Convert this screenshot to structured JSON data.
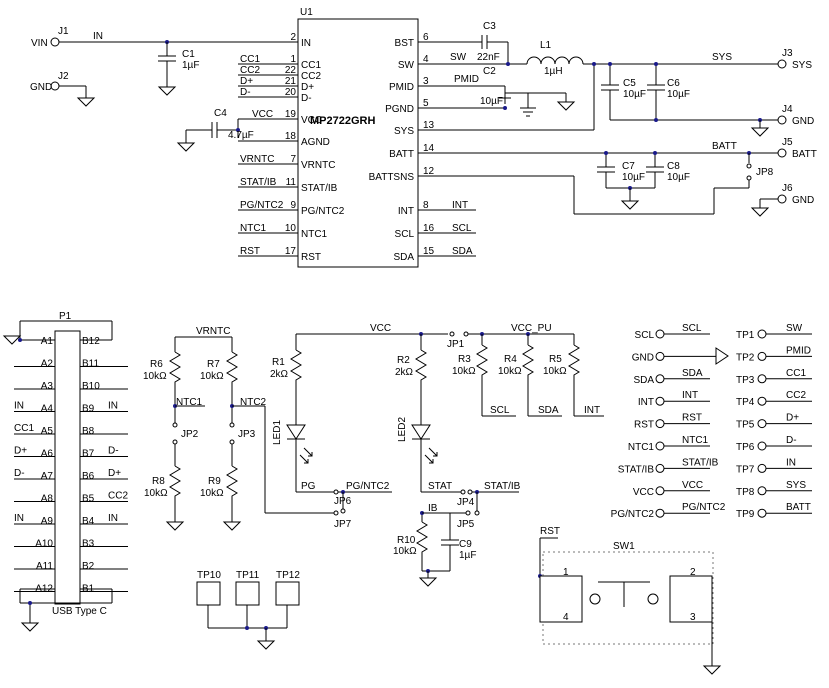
{
  "u1": {
    "ref": "U1",
    "part": "MP2722GRH",
    "left_pins": [
      {
        "num": "2",
        "name": "IN",
        "net": "IN"
      },
      {
        "num": "1",
        "name": "CC1",
        "net": "CC1"
      },
      {
        "num": "22",
        "name": "CC2",
        "net": "CC2"
      },
      {
        "num": "21",
        "name": "D+",
        "net": "D+"
      },
      {
        "num": "20",
        "name": "D-",
        "net": "D-"
      },
      {
        "num": "19",
        "name": "VCC",
        "net": "VCC"
      },
      {
        "num": "18",
        "name": "AGND",
        "net": ""
      },
      {
        "num": "7",
        "name": "VRNTC",
        "net": "VRNTC"
      },
      {
        "num": "11",
        "name": "STAT/IB",
        "net": "STAT/IB"
      },
      {
        "num": "9",
        "name": "PG/NTC2",
        "net": "PG/NTC2"
      },
      {
        "num": "10",
        "name": "NTC1",
        "net": "NTC1"
      },
      {
        "num": "17",
        "name": "RST",
        "net": "RST"
      }
    ],
    "right_pins": [
      {
        "num": "6",
        "name": "BST",
        "net": ""
      },
      {
        "num": "4",
        "name": "SW",
        "net": "SW"
      },
      {
        "num": "3",
        "name": "PMID",
        "net": "PMID"
      },
      {
        "num": "5",
        "name": "PGND",
        "net": ""
      },
      {
        "num": "13",
        "name": "SYS",
        "net": ""
      },
      {
        "num": "14",
        "name": "BATT",
        "net": ""
      },
      {
        "num": "12",
        "name": "BATTSNS",
        "net": ""
      },
      {
        "num": "8",
        "name": "INT",
        "net": "INT"
      },
      {
        "num": "16",
        "name": "SCL",
        "net": "SCL"
      },
      {
        "num": "15",
        "name": "SDA",
        "net": "SDA"
      }
    ]
  },
  "top": {
    "vin_conn": "J1",
    "vin_label": "VIN",
    "in_net": "IN",
    "gnd_conn": "J2",
    "gnd_label": "GND",
    "c1_ref": "C1",
    "c1_val": "1µF",
    "c4_ref": "C4",
    "c4_val": "4.7µF",
    "c3_ref": "C3",
    "c3_val": "22nF",
    "c2_ref": "C2",
    "c2_val": "10µF",
    "l1_ref": "L1",
    "l1_val": "1µH",
    "sys_net": "SYS",
    "j3_ref": "J3",
    "j3_label": "SYS",
    "c5_ref": "C5",
    "c5_val": "10µF",
    "c6_ref": "C6",
    "c6_val": "10µF",
    "j4_ref": "J4",
    "j4_label": "GND",
    "batt_net": "BATT",
    "j5_ref": "J5",
    "j5_label": "BATT",
    "c7_ref": "C7",
    "c7_val": "10µF",
    "c8_ref": "C8",
    "c8_val": "10µF",
    "jp8_ref": "JP8",
    "j6_ref": "J6",
    "j6_label": "GND"
  },
  "usb": {
    "ref": "P1",
    "name": "USB Type C",
    "rows": [
      {
        "l": "A1",
        "r": "B12",
        "ln": "",
        "rn": ""
      },
      {
        "l": "A2",
        "r": "B11",
        "ln": "",
        "rn": ""
      },
      {
        "l": "A3",
        "r": "B10",
        "ln": "",
        "rn": ""
      },
      {
        "l": "A4",
        "r": "B9",
        "ln": "IN",
        "rn": "IN"
      },
      {
        "l": "A5",
        "r": "B8",
        "ln": "CC1",
        "rn": ""
      },
      {
        "l": "A6",
        "r": "B7",
        "ln": "D+",
        "rn": "D-"
      },
      {
        "l": "A7",
        "r": "B6",
        "ln": "D-",
        "rn": "D+"
      },
      {
        "l": "A8",
        "r": "B5",
        "ln": "",
        "rn": "CC2"
      },
      {
        "l": "A9",
        "r": "B4",
        "ln": "IN",
        "rn": "IN"
      },
      {
        "l": "A10",
        "r": "B3",
        "ln": "",
        "rn": ""
      },
      {
        "l": "A11",
        "r": "B2",
        "ln": "",
        "rn": ""
      },
      {
        "l": "A12",
        "r": "B1",
        "ln": "",
        "rn": ""
      }
    ]
  },
  "ntc": {
    "vrntc": "VRNTC",
    "r6": "R6",
    "r6_val": "10kΩ",
    "r7": "R7",
    "r7_val": "10kΩ",
    "ntc1": "NTC1",
    "ntc2": "NTC2",
    "jp2": "JP2",
    "jp3": "JP3",
    "r8": "R8",
    "r8_val": "10kΩ",
    "r9": "R9",
    "r9_val": "10kΩ"
  },
  "leds": {
    "vcc": "VCC",
    "r1": "R1",
    "r1_val": "2kΩ",
    "led1": "LED1",
    "pg": "PG",
    "pgntc2": "PG/NTC2",
    "jp6": "JP6",
    "jp7": "JP7",
    "r2": "R2",
    "r2_val": "2kΩ",
    "led2": "LED2",
    "stat": "STAT",
    "statib": "STAT/IB",
    "jp4": "JP4",
    "ib": "IB",
    "jp5": "JP5",
    "r10": "R10",
    "r10_val": "10kΩ",
    "c9": "C9",
    "c9_val": "1µF"
  },
  "pullups": {
    "jp1": "JP1",
    "vcc_pu": "VCC_PU",
    "r3": "R3",
    "r3_val": "10kΩ",
    "r4": "R4",
    "r4_val": "10kΩ",
    "r5": "R5",
    "r5_val": "10kΩ",
    "scl": "SCL",
    "sda": "SDA",
    "int": "INT"
  },
  "headers": [
    {
      "pin": "SCL",
      "net": "SCL"
    },
    {
      "pin": "GND",
      "net": ""
    },
    {
      "pin": "SDA",
      "net": "SDA"
    },
    {
      "pin": "INT",
      "net": "INT"
    },
    {
      "pin": "RST",
      "net": "RST"
    },
    {
      "pin": "NTC1",
      "net": "NTC1"
    },
    {
      "pin": "STAT/IB",
      "net": "STAT/IB"
    },
    {
      "pin": "VCC",
      "net": "VCC"
    },
    {
      "pin": "PG/NTC2",
      "net": "PG/NTC2"
    }
  ],
  "testpoints": [
    {
      "tp": "TP1",
      "net": "SW"
    },
    {
      "tp": "TP2",
      "net": "PMID"
    },
    {
      "tp": "TP3",
      "net": "CC1"
    },
    {
      "tp": "TP4",
      "net": "CC2"
    },
    {
      "tp": "TP5",
      "net": "D+"
    },
    {
      "tp": "TP6",
      "net": "D-"
    },
    {
      "tp": "TP7",
      "net": "IN"
    },
    {
      "tp": "TP8",
      "net": "SYS"
    },
    {
      "tp": "TP9",
      "net": "BATT"
    }
  ],
  "gnd_tps": [
    "TP10",
    "TP11",
    "TP12"
  ],
  "sw1": {
    "ref": "SW1",
    "net": "RST",
    "p1": "1",
    "p2": "2",
    "p3": "3",
    "p4": "4"
  }
}
